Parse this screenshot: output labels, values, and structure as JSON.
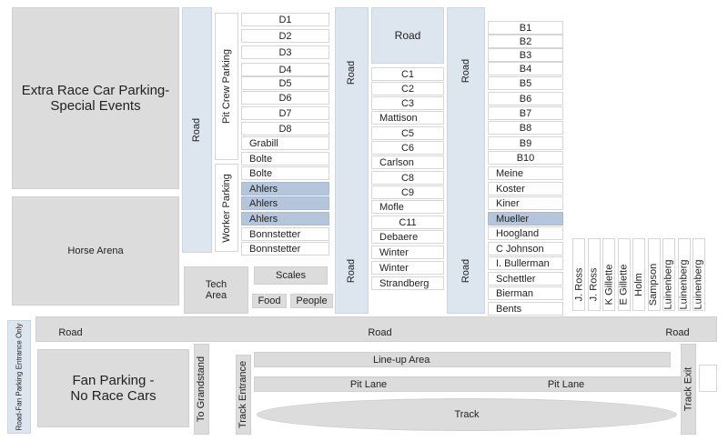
{
  "colors": {
    "area": "#dcdcdc",
    "road": "#dde5ef",
    "highlight": "#b5c6dc"
  },
  "areas": {
    "extra_parking": "Extra Race Car Parking-Special Events",
    "horse_arena": "Horse Arena",
    "tech_area": "Tech Area",
    "scales": "Scales",
    "food": "Food",
    "people": "People",
    "fan_parking": "Fan Parking - No Race Cars",
    "road_fan_entrance": "Road-Fan Parking Entrance Only",
    "to_grandstand": "To Grandstand",
    "track_entrance": "Track Entrance",
    "lineup": "Line-up Area",
    "pit_lane_1": "Pit Lane",
    "pit_lane_2": "Pit Lane",
    "track": "Track",
    "track_exit": "Track Exit",
    "pit_crew_parking": "Pit Crew Parking",
    "worker_parking": "Worker Parking"
  },
  "roads": {
    "left": "Road",
    "mid_top": "Road",
    "mid_bottom": "Road",
    "top_box": "Road",
    "right_top": "Road",
    "right_bottom": "Road",
    "main_left": "Road",
    "main_center": "Road",
    "main_right": "Road"
  },
  "column_d": [
    "D1",
    "D2",
    "D3",
    "D4",
    "D5",
    "D6",
    "D7",
    "D8",
    "Grabill",
    "Bolte",
    "Bolte",
    "Ahlers",
    "Ahlers",
    "Ahlers",
    "Bonnstetter",
    "Bonnstetter"
  ],
  "column_c": [
    "C1",
    "C2",
    "C3",
    "Mattison",
    "C5",
    "C6",
    "Carlson",
    "C8",
    "C9",
    "Mofle",
    "C11",
    "Debaere",
    "Winter",
    "Winter",
    "Strandberg"
  ],
  "column_b": [
    "B1",
    "B2",
    "B3",
    "B4",
    "B5",
    "B6",
    "B7",
    "B8",
    "B9",
    "B10",
    "Meine",
    "Koster",
    "Kiner",
    "Mueller",
    "Hoogland",
    "C Johnson",
    "I. Bullerman",
    "Schettler",
    "Bierman",
    "Bents"
  ],
  "vertical_spots": [
    "J. Ross",
    "J. Ross",
    "K Gillette",
    "E Gillette",
    "Holm",
    "Sampson",
    "Luinenberg",
    "Luinenberg",
    "Luinenberg"
  ],
  "highlighted": [
    "Ahlers",
    "Mueller"
  ]
}
